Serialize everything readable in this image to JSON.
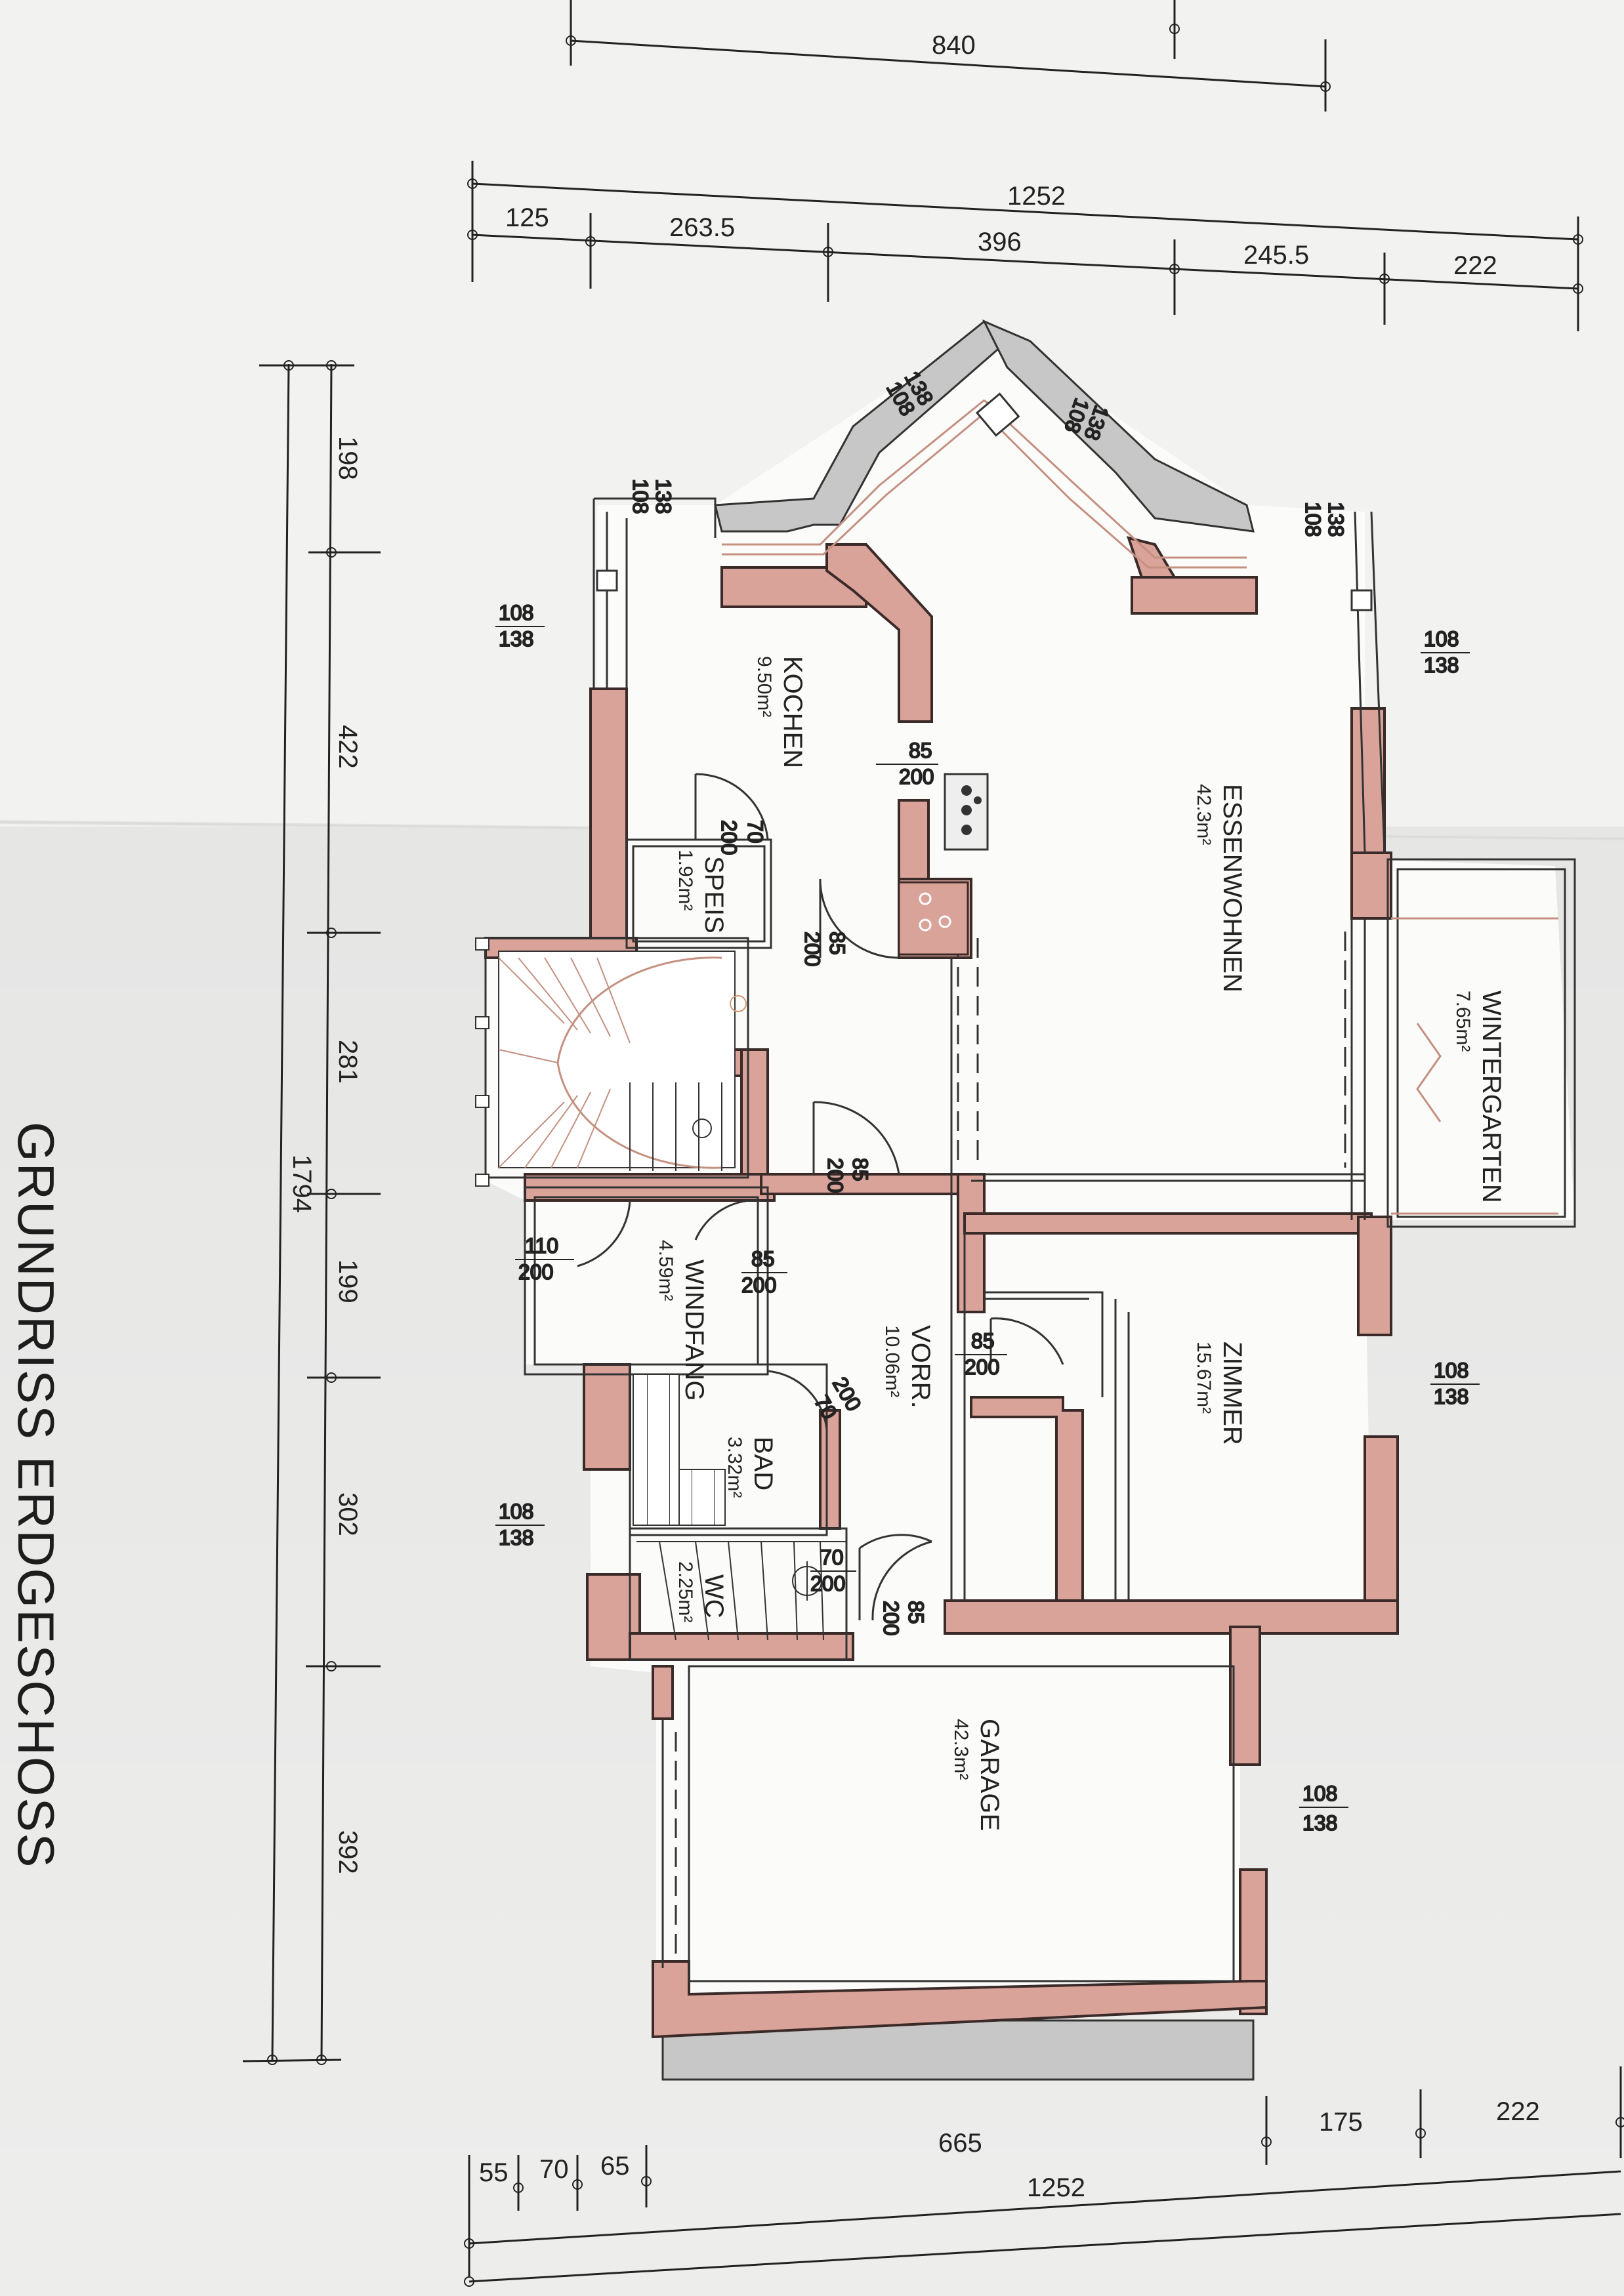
{
  "title": "GRUNDRISS ERDGESCHOSS",
  "dimensions": {
    "top_outer": "840",
    "top_overall": "1252",
    "top_segments": [
      "125",
      "263.5",
      "396",
      "245.5",
      "222"
    ],
    "left_overall": "1794",
    "left_segments": [
      "198",
      "422",
      "281",
      "199",
      "302",
      "392"
    ],
    "bottom_overall": "1252",
    "bottom_segments": [
      "55",
      "70",
      "65",
      "665",
      "175",
      "222"
    ]
  },
  "rooms": {
    "kochen": {
      "name": "KOCHEN",
      "area": "9.50m²"
    },
    "speis": {
      "name": "SPEIS",
      "area": "1.92m²"
    },
    "essenwohnen": {
      "name": "ESSENWOHNEN",
      "area": "42.3m²"
    },
    "wintergarten": {
      "name": "WINTERGARTEN",
      "area": "7.65m²"
    },
    "windfang": {
      "name": "WINDFANG",
      "area": "4.59m²"
    },
    "vorr": {
      "name": "VORR.",
      "area": "10.06m²"
    },
    "zimmer": {
      "name": "ZIMMER",
      "area": "15.67m²"
    },
    "bad": {
      "name": "BAD",
      "area": "3.32m²"
    },
    "wc": {
      "name": "WC",
      "area": "2.25m²"
    },
    "garage": {
      "name": "GARAGE",
      "area": "42.3m²"
    }
  },
  "openings": {
    "window_a": {
      "w": "108",
      "h": "138"
    },
    "window_b": {
      "w": "108",
      "h": "138"
    },
    "window_c": {
      "w": "108",
      "h": "138"
    },
    "window_d": {
      "w": "108",
      "h": "138"
    },
    "window_e": {
      "w": "108",
      "h": "138"
    },
    "window_f": {
      "w": "108",
      "h": "138"
    },
    "window_g": {
      "w": "108",
      "h": "138"
    },
    "window_h": {
      "w": "108",
      "h": "138"
    },
    "window_i": {
      "w": "108",
      "h": "138"
    },
    "door_kitchen": {
      "w": "85",
      "h": "200"
    },
    "door_speis": {
      "w": "70",
      "h": "200"
    },
    "door_living": {
      "w": "85",
      "h": "200"
    },
    "door_stair": {
      "w": "85",
      "h": "200"
    },
    "door_entry": {
      "w": "110",
      "h": "200"
    },
    "door_windfang": {
      "w": "85",
      "h": "200"
    },
    "door_zimmer": {
      "w": "85",
      "h": "200"
    },
    "door_bad": {
      "w": "70",
      "h": "200"
    },
    "door_wc": {
      "w": "70",
      "h": "200"
    },
    "door_garage": {
      "w": "85",
      "h": "200"
    }
  },
  "colors": {
    "wall_fill": "#d9a39a",
    "wall_stroke": "#3a2a28",
    "light_wall": "#c9c9c9",
    "dim_line": "#222222"
  }
}
